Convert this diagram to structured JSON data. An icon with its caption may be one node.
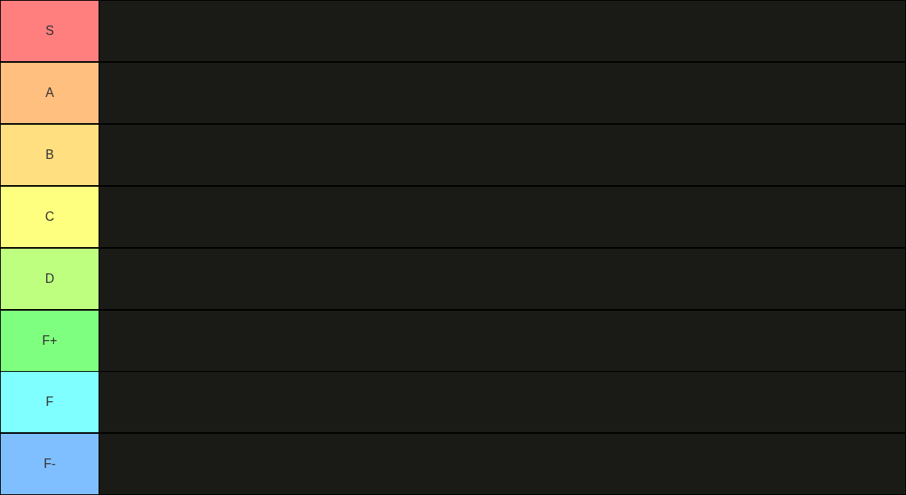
{
  "diagram": {
    "nodes": [
      {
        "text": [
          "S"
        ]
      },
      {
        "text": [],
        "shape": "box"
      },
      {
        "text": [
          "A"
        ]
      },
      {
        "text": [],
        "shape": "box"
      },
      {
        "text": [
          "B"
        ]
      },
      {
        "text": [],
        "shape": "box"
      },
      {
        "text": [
          "C"
        ]
      },
      {
        "text": [],
        "shape": "box"
      },
      {
        "text": [
          "D"
        ]
      },
      {
        "text": [],
        "shape": "box"
      },
      {
        "text": [
          "F+"
        ]
      },
      {
        "text": [],
        "shape": "box"
      },
      {
        "text": [
          "F"
        ]
      },
      {
        "text": [],
        "shape": "box"
      },
      {
        "text": [
          "F-"
        ]
      },
      {
        "text": [],
        "shape": "box"
      }
    ]
  }
}
